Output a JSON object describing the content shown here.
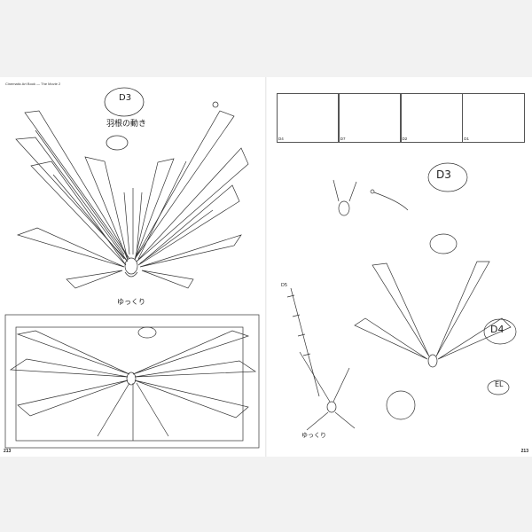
{
  "header": "Cinematic Art Book — The Movie 2",
  "left_page_number": "213",
  "right_page_number": "213",
  "panels": [
    {
      "label": "D4"
    },
    {
      "label": "D7"
    },
    {
      "label": "D2"
    },
    {
      "label": "D1"
    }
  ],
  "notes": {
    "d3_top": "D3",
    "d3_right": "D3",
    "d4_right": "D4",
    "scale_mark": "D5",
    "annotation_1": "羽根の動き",
    "annotation_2": "ゆっくり",
    "annotation_3": "EL"
  }
}
